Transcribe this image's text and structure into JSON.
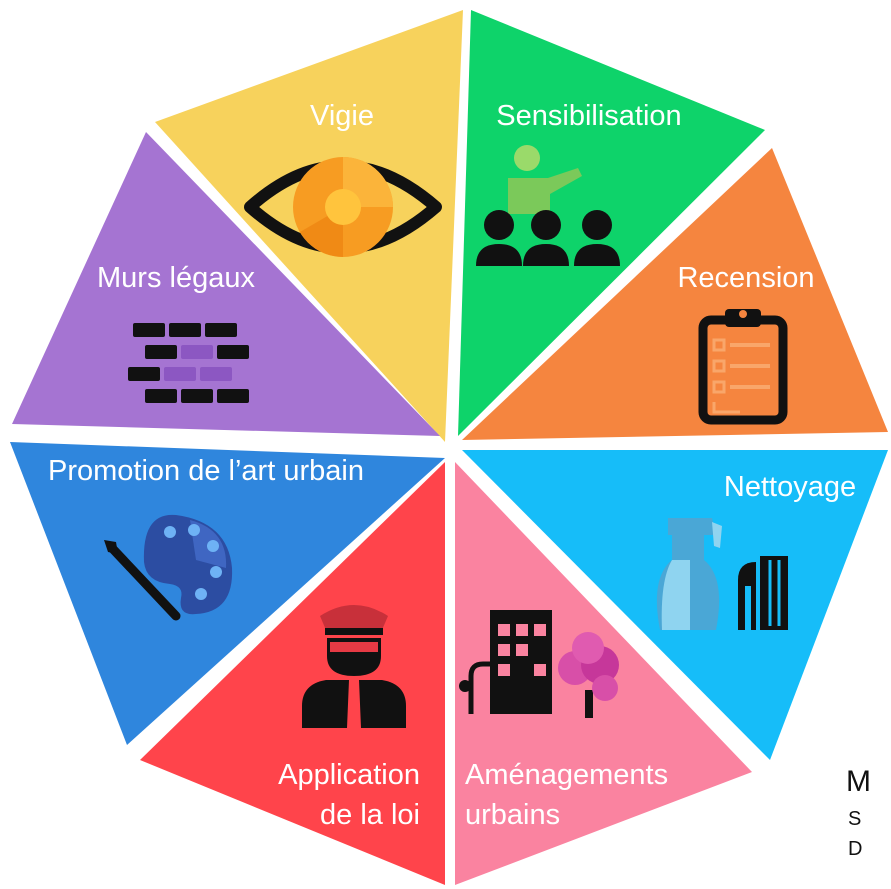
{
  "segments": [
    {
      "id": "vigie",
      "label": "Vigie",
      "color": "#F7D25C",
      "icon": "eye-icon"
    },
    {
      "id": "sensibilisation",
      "label": "Sensibilisation",
      "color": "#0ED36A",
      "icon": "presentation-audience-icon"
    },
    {
      "id": "recension",
      "label": "Recension",
      "color": "#F5853F",
      "icon": "clipboard-checklist-icon"
    },
    {
      "id": "nettoyage",
      "label": "Nettoyage",
      "color": "#16BDF9",
      "icon": "spray-bottle-brush-icon"
    },
    {
      "id": "amenagements",
      "label_line1": "Aménagements",
      "label_line2": "urbains",
      "color": "#FA83A0",
      "icon": "building-tree-lamp-icon"
    },
    {
      "id": "application",
      "label_line1": "Application",
      "label_line2": "de la loi",
      "color": "#FF444B",
      "icon": "police-officer-icon"
    },
    {
      "id": "promotion",
      "label": "Promotion de l’art urbain",
      "color": "#2F86DD",
      "icon": "paint-palette-brush-icon"
    },
    {
      "id": "murs",
      "label": "Murs légaux",
      "color": "#A574D2",
      "icon": "brick-wall-icon"
    }
  ],
  "credit": {
    "line1": "M",
    "line2": "S",
    "line3": "D"
  }
}
